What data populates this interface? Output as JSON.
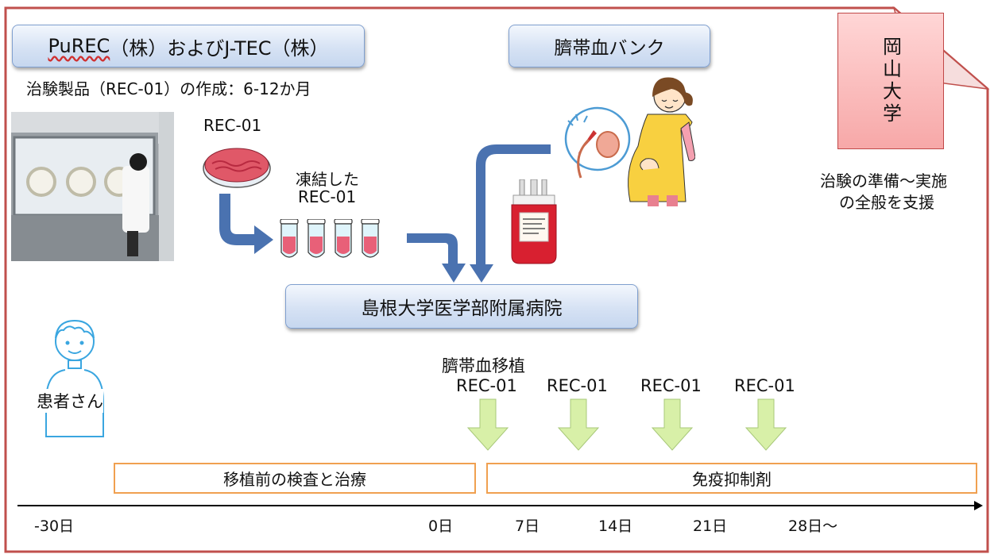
{
  "companies": {
    "name_prefix": "PuREC",
    "name_rest": "（株）およびJ-TEC（株）",
    "subtitle": "治験製品（REC-01）の作成：6-12か月"
  },
  "product": {
    "label": "REC-01",
    "frozen_label_line1": "凍結した",
    "frozen_label_line2": "REC-01"
  },
  "cord_blood_bank": {
    "label": "臍帯血バンク"
  },
  "okayama": {
    "label": "岡山大学",
    "support_line1": "治験の準備〜実施",
    "support_line2": "の全般を支援"
  },
  "hospital": {
    "label": "島根大学医学部附属病院"
  },
  "patient": {
    "label": "患者さん"
  },
  "doses": [
    {
      "line1": "臍帯血移植",
      "line2": "REC-01"
    },
    {
      "line1": "",
      "line2": "REC-01"
    },
    {
      "line1": "",
      "line2": "REC-01"
    },
    {
      "line1": "",
      "line2": "REC-01"
    }
  ],
  "phases": {
    "pre": "移植前の検査と治療",
    "post": "免疫抑制剤"
  },
  "timeline": {
    "ticks": [
      "-30日",
      "0日",
      "7日",
      "14日",
      "21日",
      "28日〜"
    ]
  },
  "colors": {
    "frame": "#c0504d",
    "flow_arrow": "#4a72b0",
    "dose_arrow": "#d8f0a8",
    "phase_border": "#f0a050",
    "patient_line": "#3aa6e0"
  }
}
